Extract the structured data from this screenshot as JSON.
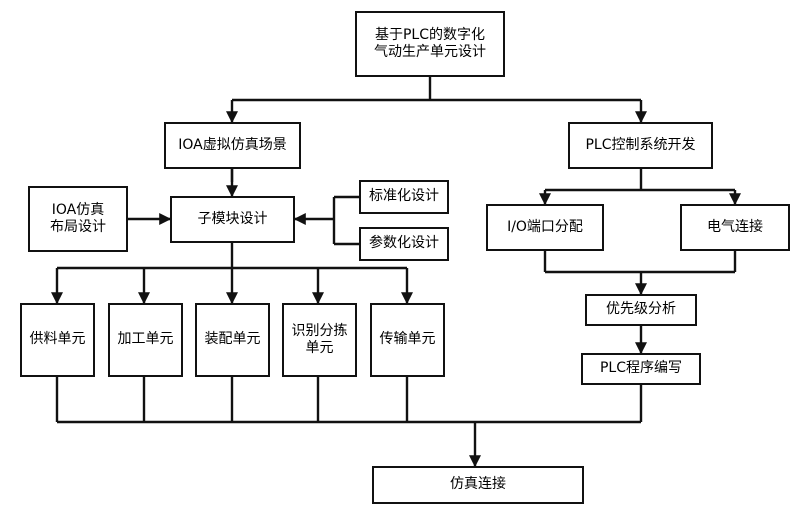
{
  "diagram": {
    "title_node": "基于PLC的数字化\n气动生产单元设计",
    "nodes": {
      "root": "基于PLC的数字化\n气动生产单元设计",
      "ioa_scene": "IOA虚拟仿真场景",
      "plc_dev": "PLC控制系统开发",
      "ioa_layout": "IOA仿真\n布局设计",
      "submodule": "子模块设计",
      "standardize": "标准化设计",
      "parametrize": "参数化设计",
      "io_port": "I/O端口分配",
      "electric": "电气连接",
      "priority": "优先级分析",
      "plc_program": "PLC程序编写",
      "sim_connect": "仿真连接",
      "unit_feed": "供料单元",
      "unit_machine": "加工单元",
      "unit_assembly": "装配单元",
      "unit_sorting": "识别分拣\n单元",
      "unit_transport": "传输单元"
    },
    "units": [
      "供料单元",
      "加工单元",
      "装配单元",
      "识别分拣\n单元",
      "传输单元"
    ],
    "colors": {
      "stroke": "#111111",
      "fill": "#ffffff",
      "text": "#000000"
    }
  }
}
